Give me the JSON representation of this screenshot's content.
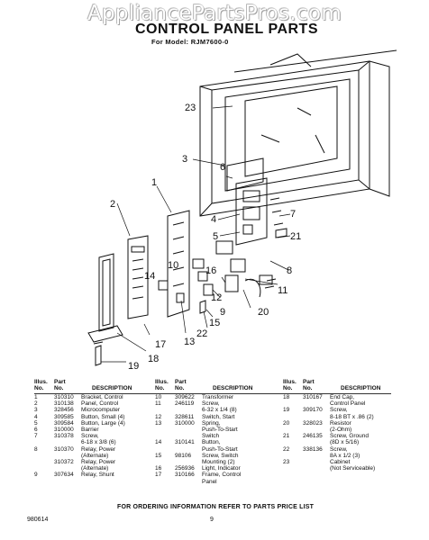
{
  "watermark": "AppliancePartsPros.com",
  "title": "CONTROL PANEL PARTS",
  "model_line": "For Model: RJM7600-0",
  "callouts": [
    "1",
    "2",
    "3",
    "4",
    "5",
    "6",
    "7",
    "8",
    "9",
    "10",
    "11",
    "12",
    "13",
    "14",
    "15",
    "16",
    "17",
    "18",
    "19",
    "20",
    "21",
    "22",
    "23"
  ],
  "table": {
    "headers": {
      "illus": "Illus.\nNo.",
      "part": "Part\nNo.",
      "description": "DESCRIPTION"
    },
    "columns": [
      [
        {
          "illus": "1",
          "part": "310310",
          "desc": "Bracket, Control"
        },
        {
          "illus": "2",
          "part": "310138",
          "desc": "Panel, Control"
        },
        {
          "illus": "3",
          "part": "328456",
          "desc": "Microcomputer"
        },
        {
          "illus": "4",
          "part": "309585",
          "desc": "Button, Small (4)"
        },
        {
          "illus": "5",
          "part": "309584",
          "desc": "Button, Large (4)"
        },
        {
          "illus": "6",
          "part": "310000",
          "desc": "Barrier"
        },
        {
          "illus": "7",
          "part": "310378",
          "desc": "Screw,\n6-18 x 3/8 (6)"
        },
        {
          "illus": "8",
          "part": "310370",
          "desc": "Relay, Power\n(Alternate)"
        },
        {
          "illus": "",
          "part": "310372",
          "desc": "Relay, Power\n(Alternate)"
        },
        {
          "illus": "9",
          "part": "307634",
          "desc": "Relay, Shunt"
        }
      ],
      [
        {
          "illus": "10",
          "part": "309622",
          "desc": "Transformer"
        },
        {
          "illus": "11",
          "part": "246119",
          "desc": "Screw,\n6-32 x 1/4 (8)"
        },
        {
          "illus": "12",
          "part": "328611",
          "desc": "Switch, Start"
        },
        {
          "illus": "13",
          "part": "310000",
          "desc": "Spring,\nPush-To-Start\nSwitch"
        },
        {
          "illus": "14",
          "part": "310141",
          "desc": "Button,\nPush-To-Start"
        },
        {
          "illus": "15",
          "part": "98106",
          "desc": "Screw, Switch\nMounting (2)"
        },
        {
          "illus": "16",
          "part": "256936",
          "desc": "Light, Indicator"
        },
        {
          "illus": "17",
          "part": "310166",
          "desc": "Frame, Control\nPanel"
        }
      ],
      [
        {
          "illus": "18",
          "part": "310167",
          "desc": "End Cap,\nControl Panel"
        },
        {
          "illus": "19",
          "part": "309170",
          "desc": "Screw,\n8-18 BT x .86 (2)"
        },
        {
          "illus": "20",
          "part": "328023",
          "desc": "Resistor\n(2-Ohm)"
        },
        {
          "illus": "21",
          "part": "246135",
          "desc": "Screw, Ground\n(8D x 5/16)"
        },
        {
          "illus": "22",
          "part": "338136",
          "desc": "Screw,\n8A x 1/2 (3)"
        },
        {
          "illus": "23",
          "part": "",
          "desc": "Cabinet\n(Not Serviceable)"
        }
      ]
    ]
  },
  "footer_note": "FOR ORDERING INFORMATION REFER TO PARTS PRICE LIST",
  "doc_code": "980614",
  "page_number": "9"
}
